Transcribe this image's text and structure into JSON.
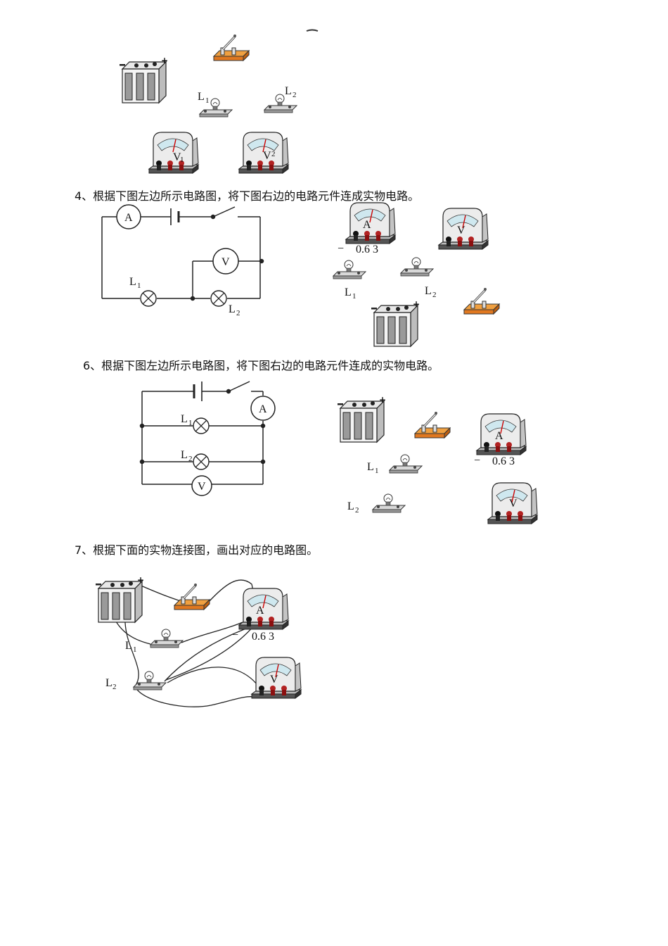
{
  "questions": {
    "q4": "4、根据下图左边所示电路图，将下图右边的电路元件连成实物电路。",
    "q6": "6、根据下图左边所示电路图，将下图右边的电路元件连成的实物电路。",
    "q7": "7、根据下面的实物连接图，画出对应的电路图。"
  },
  "labels": {
    "L": "L",
    "sub1": "1",
    "sub2": "2",
    "ammeter": "A",
    "voltmeter": "V",
    "ammeter_scale": "0.6 3",
    "minus": "−",
    "plus": "+",
    "v1": "1",
    "v2": "2"
  }
}
